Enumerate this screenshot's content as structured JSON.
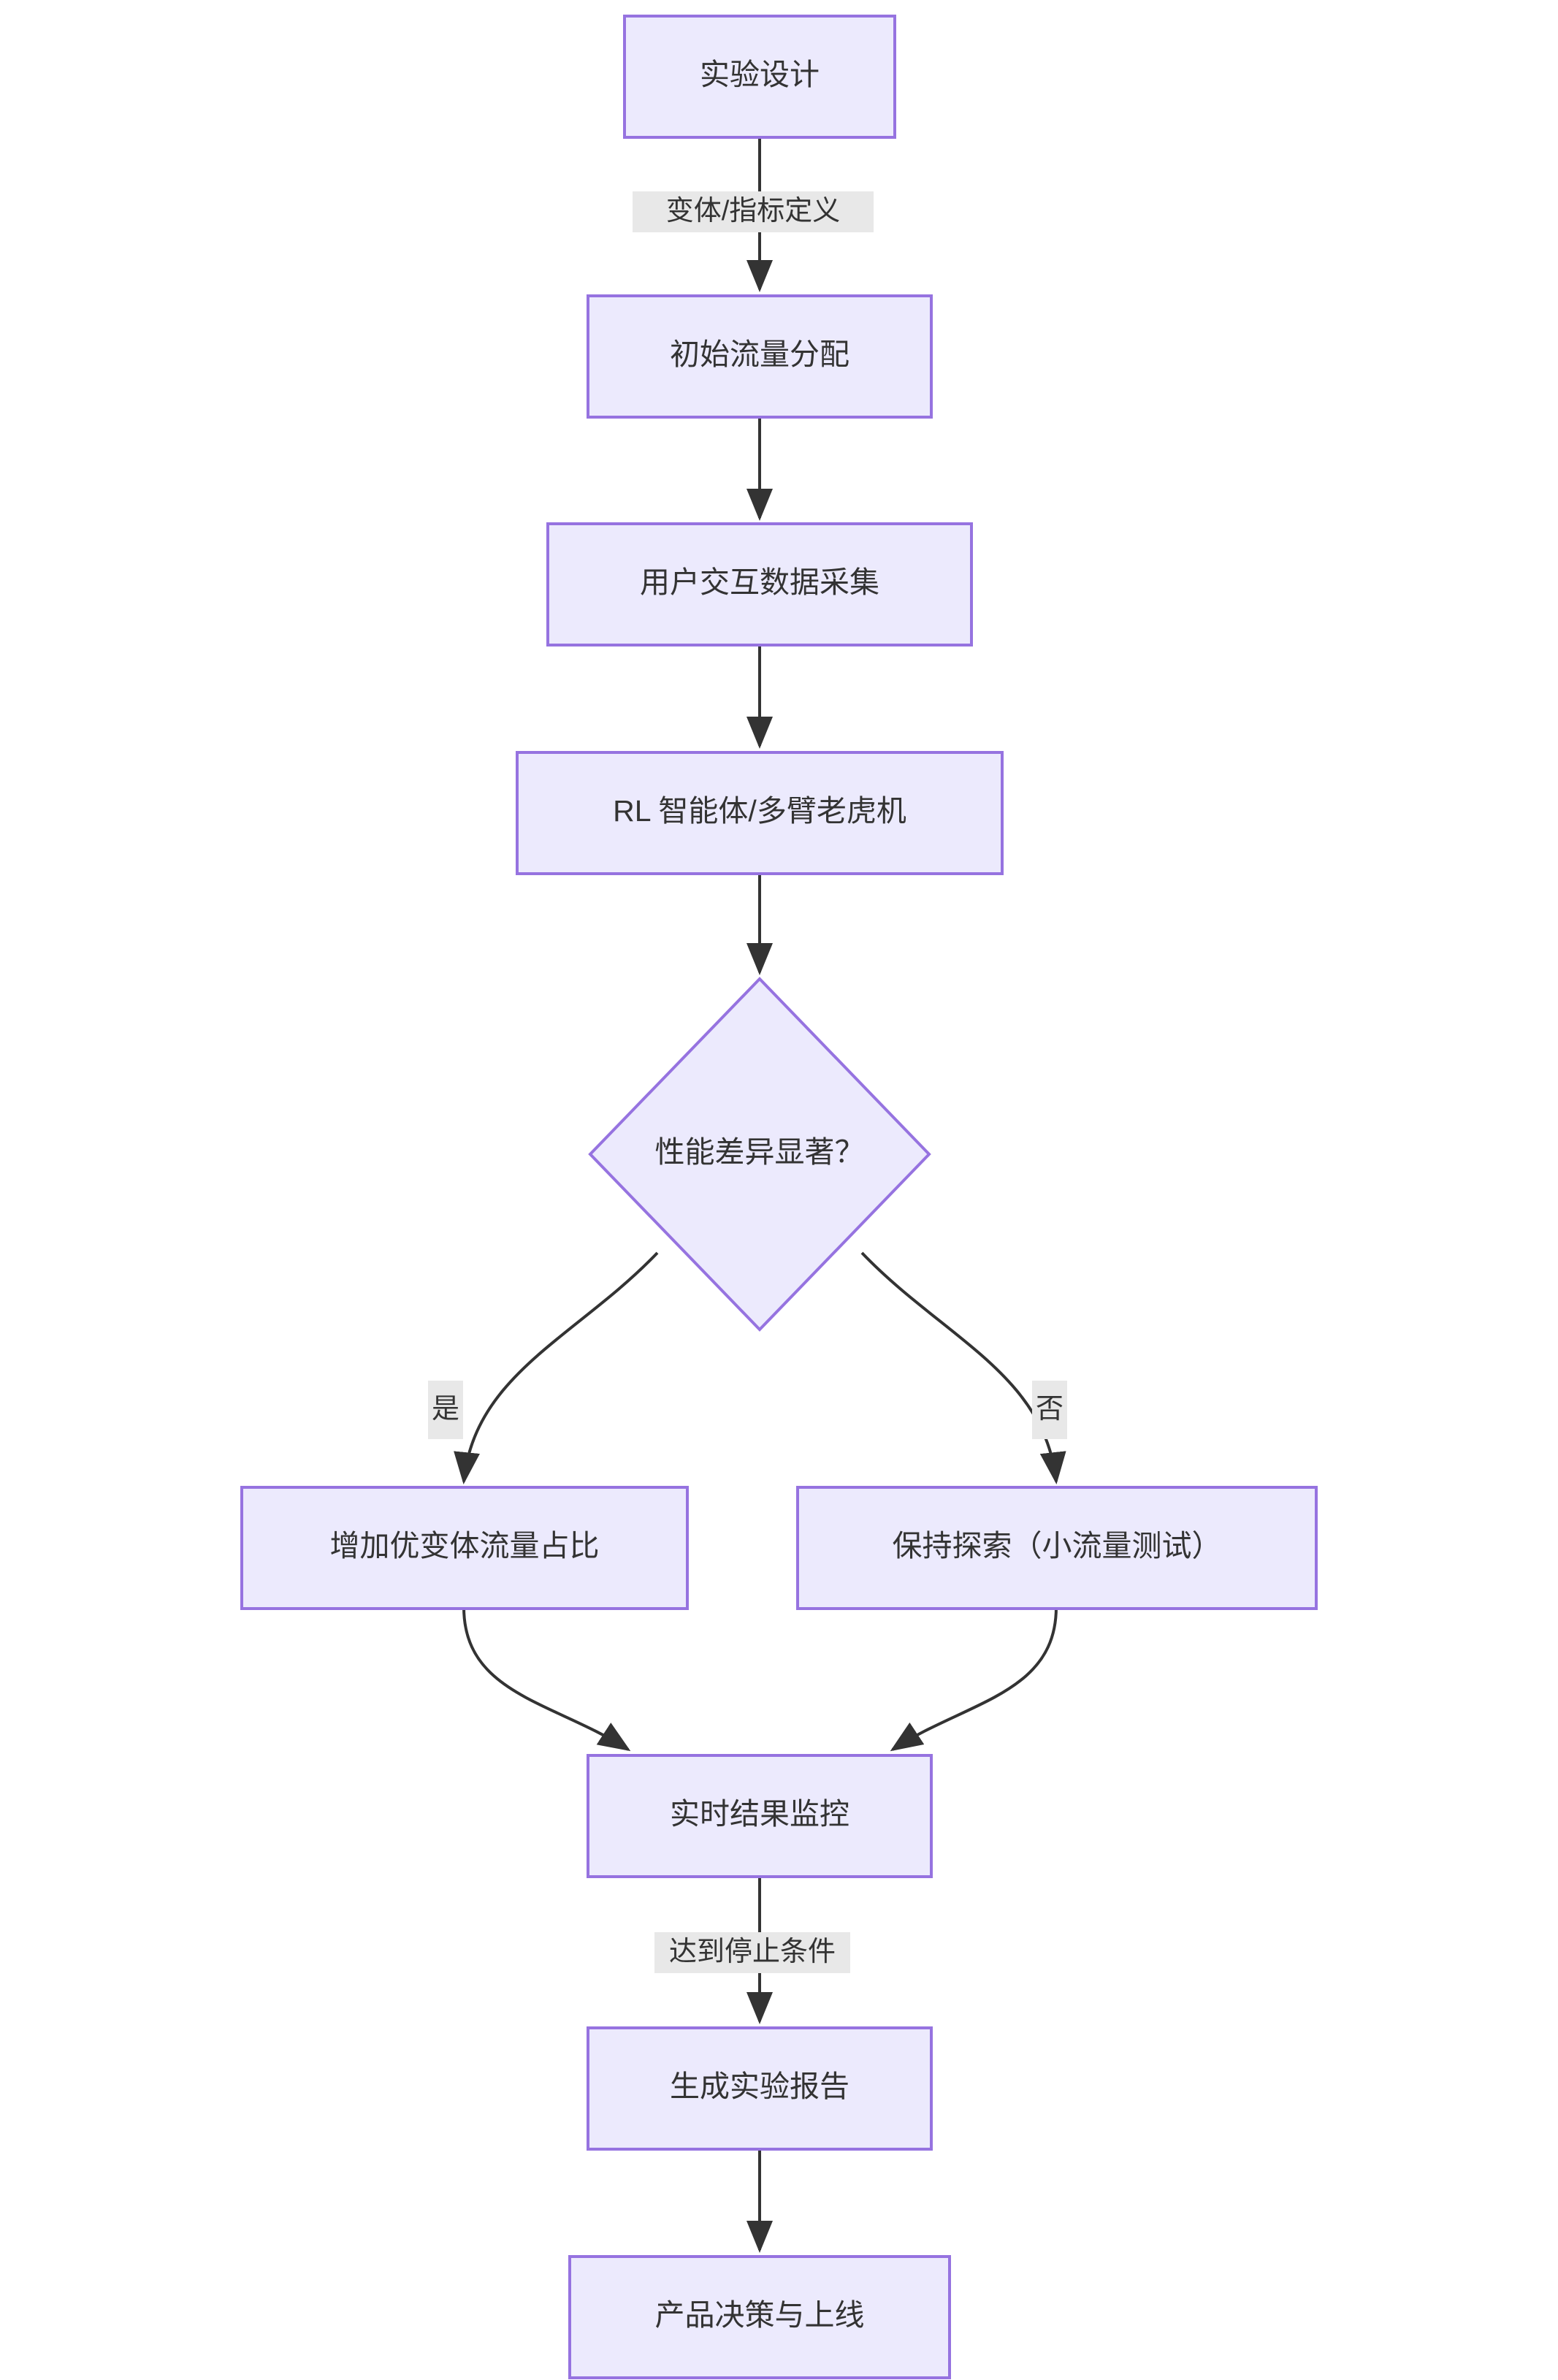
{
  "diagram": {
    "type": "flowchart",
    "direction": "top-to-bottom",
    "theme": {
      "node_fill": "#ECEAFD",
      "node_border": "#9673E0",
      "edge_color": "#333333",
      "text_color": "#333333",
      "edge_label_background": "#E8E8E8",
      "canvas_background": "#FFFFFF"
    },
    "nodes": [
      {
        "id": "n1",
        "label": "实验设计",
        "shape": "rectangle"
      },
      {
        "id": "n2",
        "label": "初始流量分配",
        "shape": "rectangle"
      },
      {
        "id": "n3",
        "label": "用户交互数据采集",
        "shape": "rectangle"
      },
      {
        "id": "n4",
        "label": "RL 智能体/多臂老虎机",
        "shape": "rectangle"
      },
      {
        "id": "n5",
        "label": "性能差异显著？",
        "shape": "diamond"
      },
      {
        "id": "n6",
        "label": "增加优变体流量占比",
        "shape": "rectangle"
      },
      {
        "id": "n7",
        "label": "保持探索（小流量测试）",
        "shape": "rectangle"
      },
      {
        "id": "n8",
        "label": "实时结果监控",
        "shape": "rectangle"
      },
      {
        "id": "n9",
        "label": "生成实验报告",
        "shape": "rectangle"
      },
      {
        "id": "n10",
        "label": "产品决策与上线",
        "shape": "rectangle"
      }
    ],
    "edges": [
      {
        "from": "n1",
        "to": "n2",
        "label": "变体/指标定义"
      },
      {
        "from": "n2",
        "to": "n3",
        "label": ""
      },
      {
        "from": "n3",
        "to": "n4",
        "label": ""
      },
      {
        "from": "n4",
        "to": "n5",
        "label": ""
      },
      {
        "from": "n5",
        "to": "n6",
        "label": "是"
      },
      {
        "from": "n5",
        "to": "n7",
        "label": "否"
      },
      {
        "from": "n6",
        "to": "n8",
        "label": ""
      },
      {
        "from": "n7",
        "to": "n8",
        "label": ""
      },
      {
        "from": "n8",
        "to": "n9",
        "label": "达到停止条件"
      },
      {
        "from": "n9",
        "to": "n10",
        "label": ""
      }
    ]
  }
}
